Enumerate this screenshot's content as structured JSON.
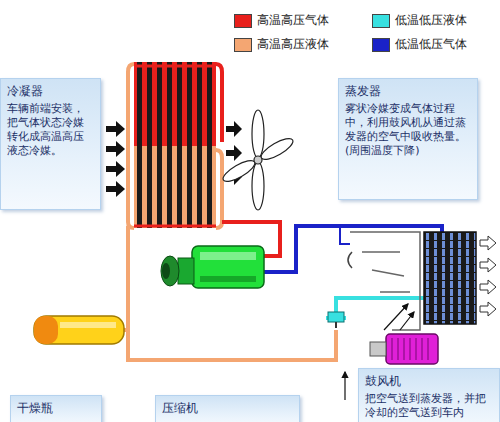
{
  "diagram": {
    "nodes": [
      {
        "text": [
          "冷凝器",
          "车辆前端安装，把气体状态冷媒转化成高温高压液态冷媒。"
        ]
      },
      {
        "text": [
          "蒸发器",
          "雾状冷媒变成气体过程中，利用鼓风机从通过蒸发器的空气中吸收热量。(周围温度下降)"
        ]
      },
      {
        "text": [
          "鼓风机",
          "把空气送到蒸发器，并把冷却的空气送到车内"
        ]
      },
      {
        "text": [
          "干燥瓶"
        ]
      },
      {
        "text": [
          "压缩机"
        ]
      }
    ],
    "legend": [
      {
        "text": "高温高压气体",
        "color": "#e8201c"
      },
      {
        "text": "高温高压液体",
        "color": "#f4a672"
      },
      {
        "text": "低温低压液体",
        "color": "#38e0e0"
      },
      {
        "text": "低温低压气体",
        "color": "#1a22c8"
      }
    ]
  }
}
